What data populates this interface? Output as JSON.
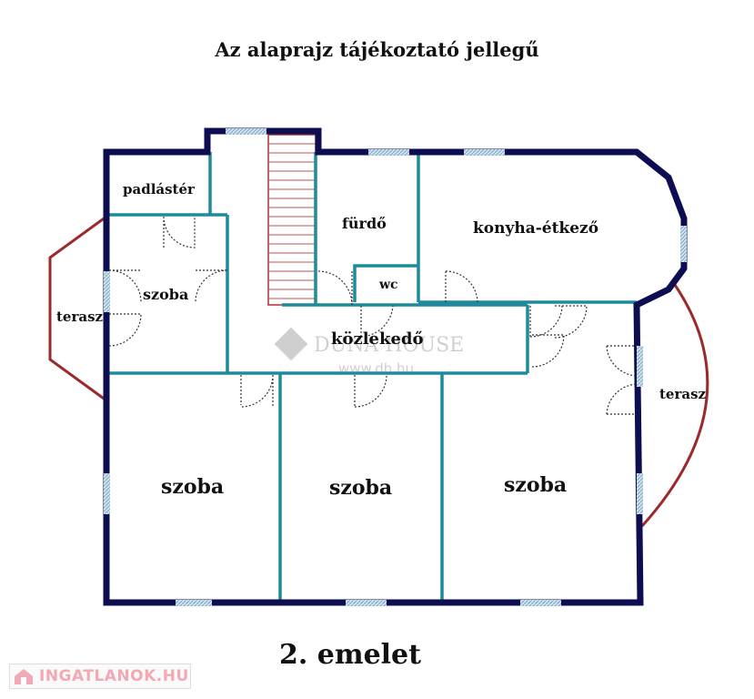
{
  "title": "Az alaprajz tájékoztató jellegű",
  "floor_label": "2. emelet",
  "rooms": {
    "padlaster": "padlástér",
    "szoba_small": "szoba",
    "furdo": "fürdő",
    "konyha": "konyha-étkező",
    "wc": "wc",
    "kozlekedo": "közlekedő",
    "terasz_left": "terasz",
    "terasz_right": "terasz",
    "szoba_1": "szoba",
    "szoba_2": "szoba",
    "szoba_3": "szoba"
  },
  "watermark": {
    "brand": "DUNA HOUSE",
    "url": "www.dh.hu"
  },
  "logo": {
    "text": "INGATLANOK.HU"
  },
  "colors": {
    "outer_wall": "#0d0d52",
    "inner_wall": "#1e8a9c",
    "terrace": "#9b2a2a",
    "window": "#a8c8dc"
  }
}
